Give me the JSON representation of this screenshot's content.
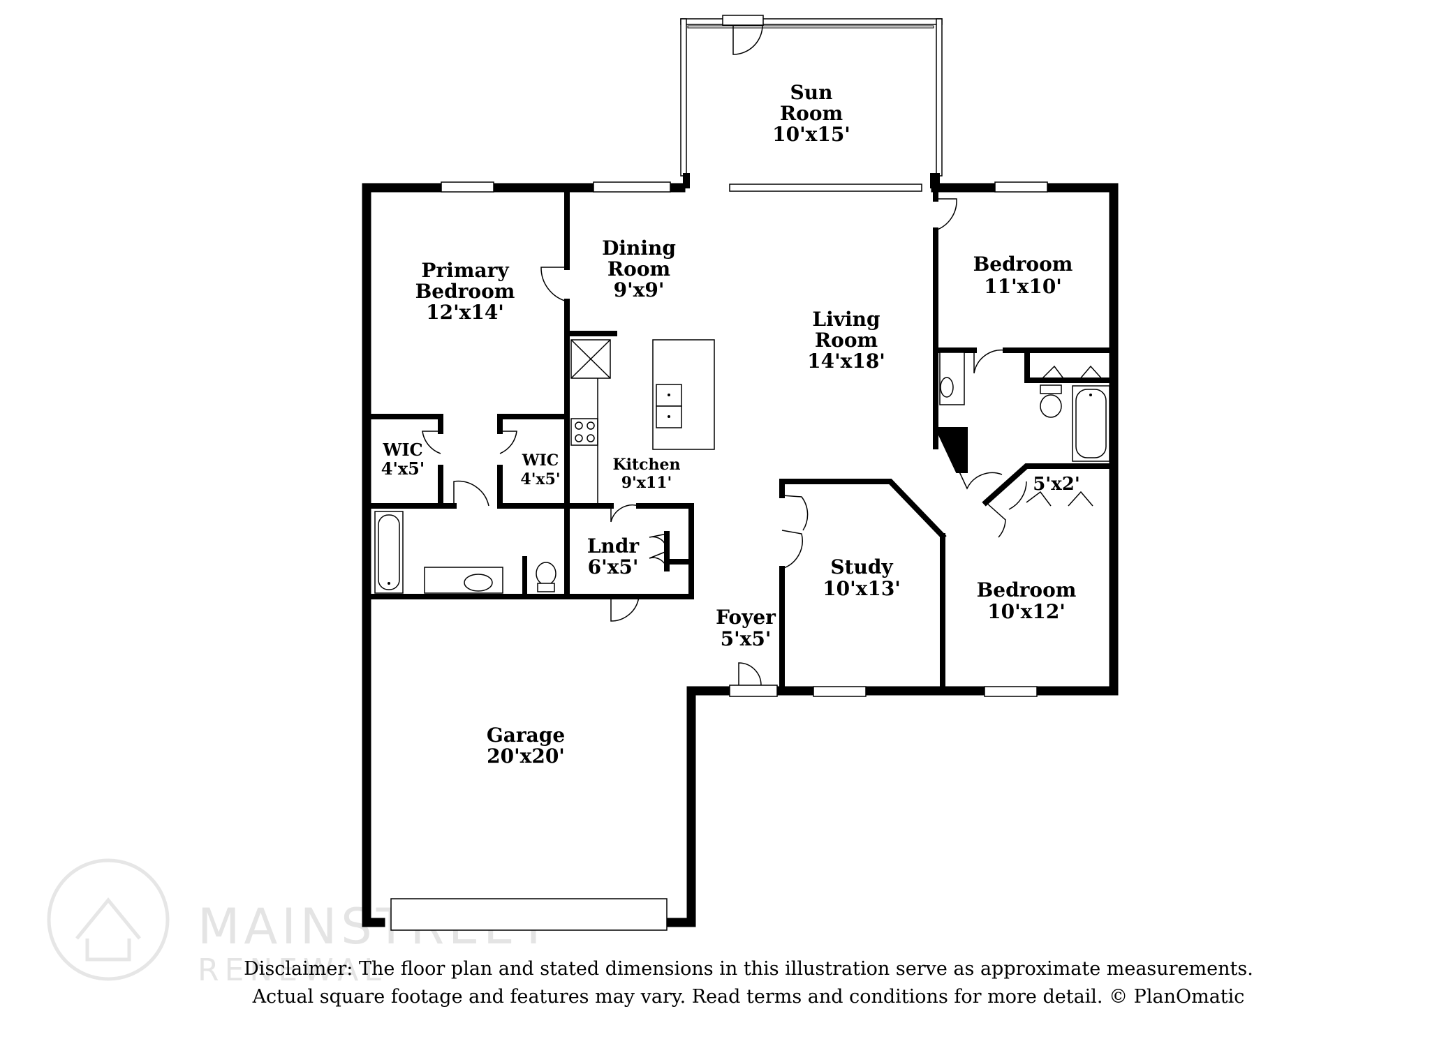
{
  "rooms": [
    {
      "id": "sun-room",
      "name_lines": [
        "Sun",
        "Room"
      ],
      "size": "10'x15'"
    },
    {
      "id": "primary-bedroom",
      "name_lines": [
        "Primary",
        "Bedroom"
      ],
      "size": "12'x14'"
    },
    {
      "id": "dining-room",
      "name_lines": [
        "Dining",
        "Room"
      ],
      "size": "9'x9'"
    },
    {
      "id": "living-room",
      "name_lines": [
        "Living",
        "Room"
      ],
      "size": "14'x18'"
    },
    {
      "id": "bedroom-upper",
      "name_lines": [
        "Bedroom"
      ],
      "size": "11'x10'"
    },
    {
      "id": "wic-left",
      "name_lines": [
        "WIC"
      ],
      "size": "4'x5'"
    },
    {
      "id": "wic-right",
      "name_lines": [
        "WIC"
      ],
      "size": "4'x5'"
    },
    {
      "id": "kitchen",
      "name_lines": [
        "Kitchen"
      ],
      "size": "9'x11'"
    },
    {
      "id": "closet-small",
      "name_lines": [],
      "size": "5'x2'"
    },
    {
      "id": "laundry",
      "name_lines": [
        "Lndr"
      ],
      "size": "6'x5'"
    },
    {
      "id": "study",
      "name_lines": [
        "Study"
      ],
      "size": "10'x13'"
    },
    {
      "id": "bedroom-lower",
      "name_lines": [
        "Bedroom"
      ],
      "size": "10'x12'"
    },
    {
      "id": "foyer",
      "name_lines": [
        "Foyer"
      ],
      "size": "5'x5'"
    },
    {
      "id": "garage",
      "name_lines": [
        "Garage"
      ],
      "size": "20'x20'"
    }
  ],
  "disclaimer": {
    "line1": "Disclaimer: The floor plan and stated dimensions in this illustration serve as approximate measurements.",
    "line2": "Actual square footage and features may vary. Read terms and conditions for more detail. © PlanOmatic"
  },
  "watermark": {
    "brand": "MAINSTREET",
    "sub": "RENEWAL"
  }
}
